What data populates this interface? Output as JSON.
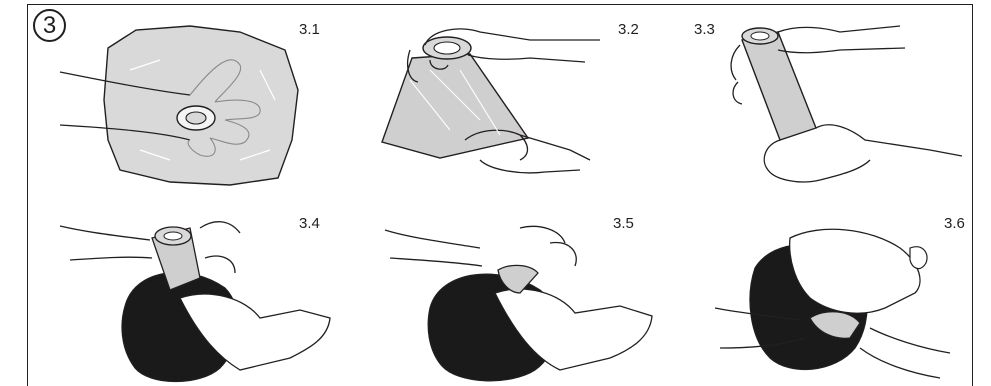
{
  "step_number": "3",
  "colors": {
    "ink": "#231f20",
    "bag": "#cfcfcf",
    "dark": "#1a1a1a"
  },
  "panels": [
    {
      "label": "3.1",
      "icon": "plastic-sheet-on-hand-illustration"
    },
    {
      "label": "3.2",
      "icon": "bag-hanging-from-hand-illustration"
    },
    {
      "label": "3.3",
      "icon": "bag-rolled-between-hands-illustration"
    },
    {
      "label": "3.4",
      "icon": "insert-mask-into-mouth-illustration"
    },
    {
      "label": "3.5",
      "icon": "press-mask-into-mouth-illustration"
    },
    {
      "label": "3.6",
      "icon": "head-tilt-ventilation-illustration"
    }
  ]
}
